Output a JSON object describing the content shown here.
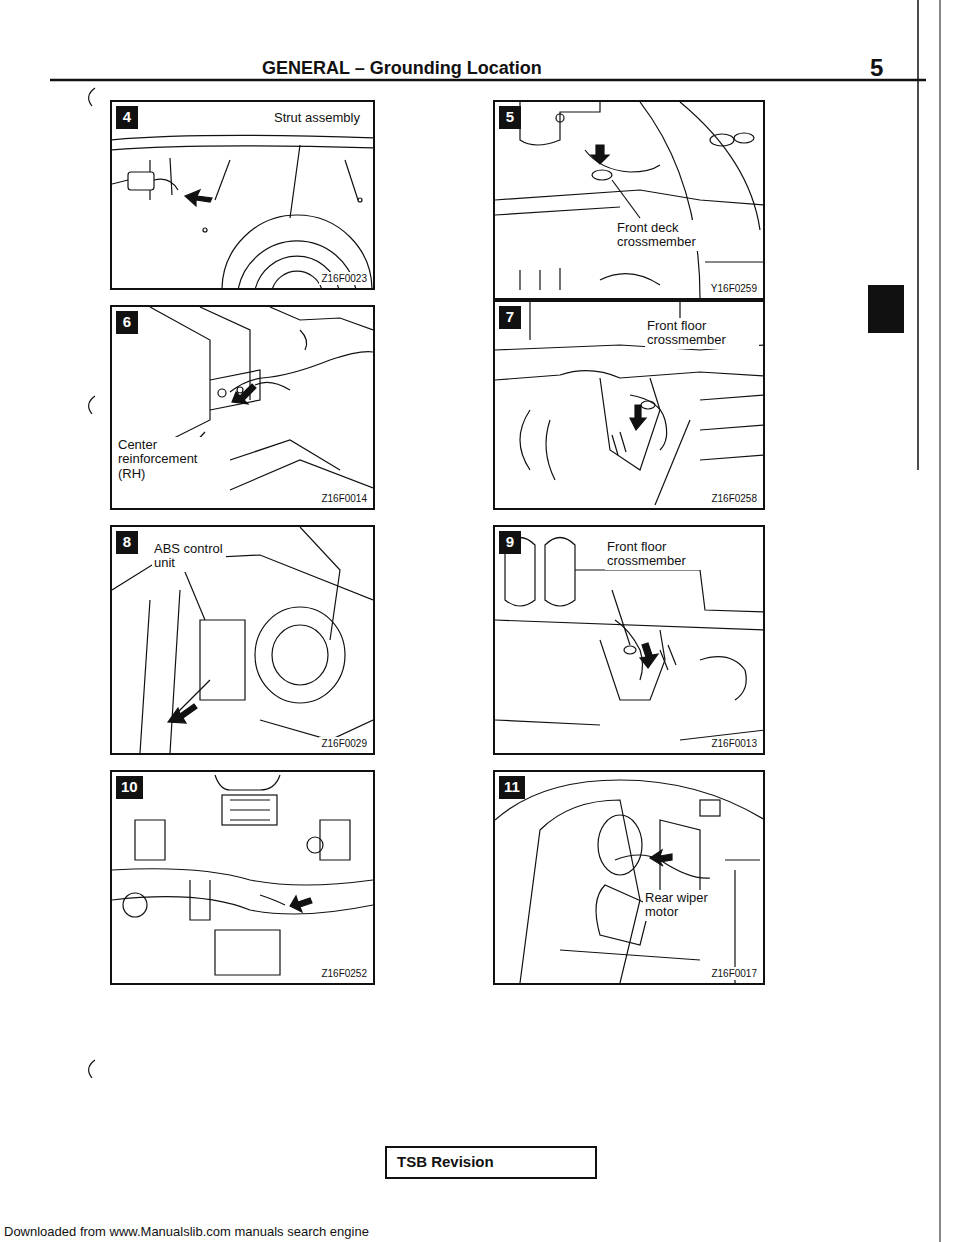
{
  "diagram": {
    "title": "GENERAL – Grounding Location",
    "nodes": [
      {
        "text": [
          "4",
          "Strut assembly",
          "Z16F0023"
        ]
      },
      {
        "text": [
          "5",
          "Front deck crossmember",
          "Y16F0259"
        ]
      },
      {
        "text": [
          "6",
          "Center reinforcement (RH)",
          "Z16F0014"
        ]
      },
      {
        "text": [
          "7",
          "Front floor crossmember",
          "Z16F0258"
        ]
      },
      {
        "text": [
          "8",
          "ABS control unit",
          "Z16F0029"
        ]
      },
      {
        "text": [
          "9",
          "Front floor crossmember",
          "Z16F0013"
        ]
      },
      {
        "text": [
          "10",
          "Z16F0252"
        ]
      },
      {
        "text": [
          "11",
          "Rear wiper motor",
          "Z16F0017"
        ]
      },
      {
        "text": [
          "TSB Revision"
        ]
      }
    ],
    "labels": [
      "5",
      "Downloaded from www.Manualslib.com manuals search engine"
    ]
  }
}
